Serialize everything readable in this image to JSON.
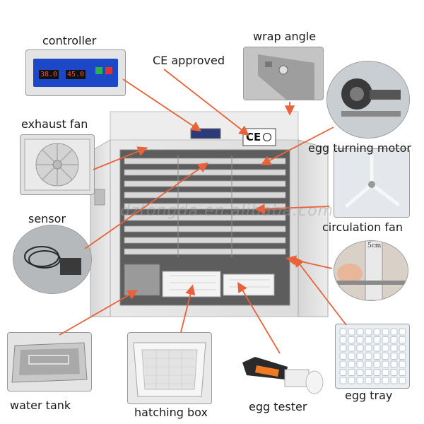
{
  "labels": {
    "controller": "controller",
    "wrap_angle": "wrap angle",
    "ce_approved": "CE approved",
    "exhaust_fan": "exhaust fan",
    "egg_turning_motor": "egg turning motor",
    "sensor": "sensor",
    "circulation_fan": "circulation fan",
    "water_tank": "water tank",
    "hatching_box": "hatching box",
    "egg_tester": "egg tester",
    "egg_tray": "egg tray"
  },
  "ce_mark": "CE",
  "watermark": "dztongda.en.alibaba.com",
  "ruler_mark": "5cm",
  "controller_display": [
    "38.0",
    "45.0"
  ],
  "colors": {
    "arrow": "#e8623a",
    "display": "#1c48c7",
    "digits": "#ff4a3a"
  }
}
